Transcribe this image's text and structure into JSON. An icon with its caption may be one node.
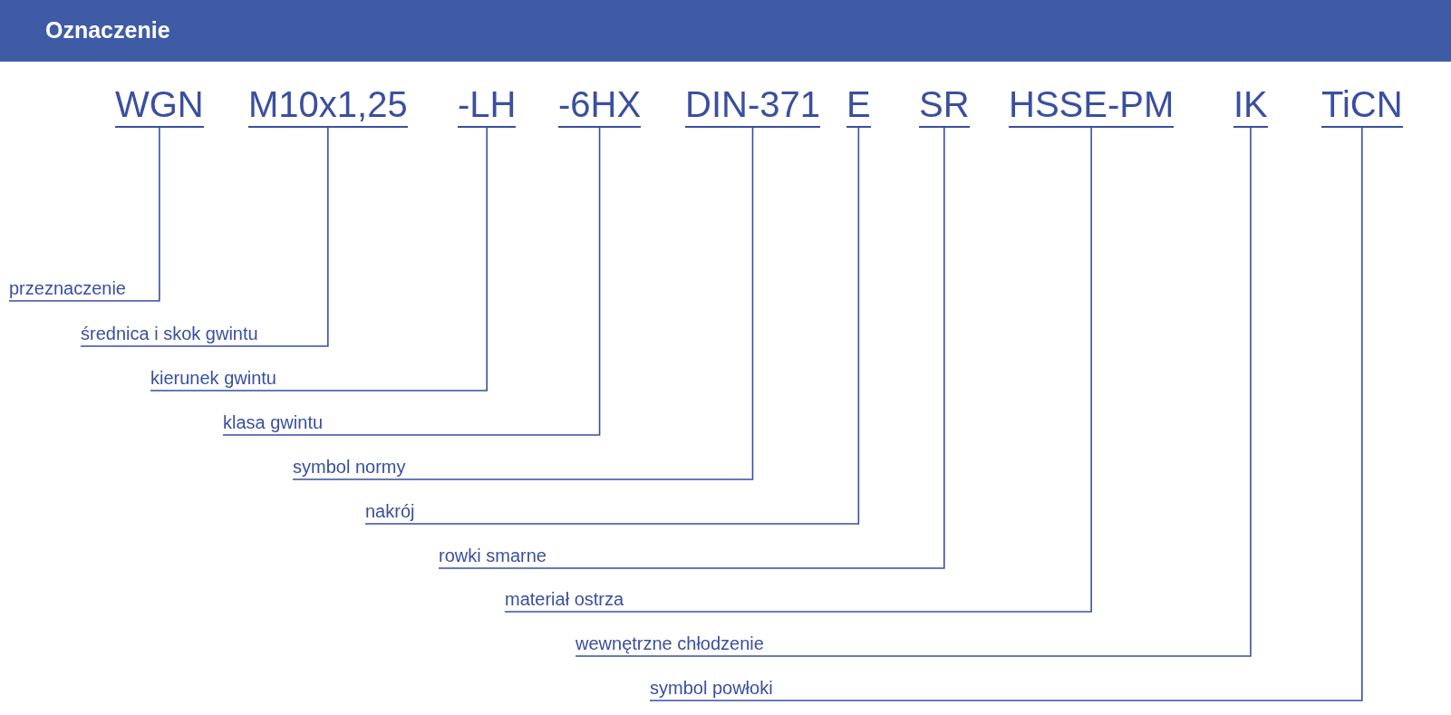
{
  "diagram": {
    "title": "Oznaczenie",
    "nodes": [
      {
        "text": [
          "WGN"
        ]
      },
      {
        "text": [
          "M10x1,25"
        ]
      },
      {
        "text": [
          "-LH"
        ]
      },
      {
        "text": [
          "-6HX"
        ]
      },
      {
        "text": [
          "DIN-371"
        ]
      },
      {
        "text": [
          "E"
        ]
      },
      {
        "text": [
          "SR"
        ]
      },
      {
        "text": [
          "HSSE-PM"
        ]
      },
      {
        "text": [
          "IK"
        ]
      },
      {
        "text": [
          "TiCN"
        ]
      },
      {
        "text": [
          "przeznaczenie"
        ]
      },
      {
        "text": [
          "średnica i skok gwintu"
        ]
      },
      {
        "text": [
          "kierunek gwintu"
        ]
      },
      {
        "text": [
          "klasa gwintu"
        ]
      },
      {
        "text": [
          "symbol normy"
        ]
      },
      {
        "text": [
          "nakrój"
        ]
      },
      {
        "text": [
          "rowki smarne"
        ]
      },
      {
        "text": [
          "materiał ostrza"
        ]
      },
      {
        "text": [
          "wewnętrzne chłodzenie"
        ]
      },
      {
        "text": [
          "symbol powłoki"
        ]
      }
    ],
    "edges": [
      {
        "from": 10,
        "to": 0,
        "arrow": "none"
      },
      {
        "from": 11,
        "to": 1,
        "arrow": "none"
      },
      {
        "from": 12,
        "to": 2,
        "arrow": "none"
      },
      {
        "from": 13,
        "to": 3,
        "arrow": "none"
      },
      {
        "from": 14,
        "to": 4,
        "arrow": "none"
      },
      {
        "from": 15,
        "to": 5,
        "arrow": "none"
      },
      {
        "from": 16,
        "to": 6,
        "arrow": "none"
      },
      {
        "from": 17,
        "to": 7,
        "arrow": "none"
      },
      {
        "from": 18,
        "to": 8,
        "arrow": "none"
      },
      {
        "from": 19,
        "to": 9,
        "arrow": "none"
      }
    ]
  }
}
